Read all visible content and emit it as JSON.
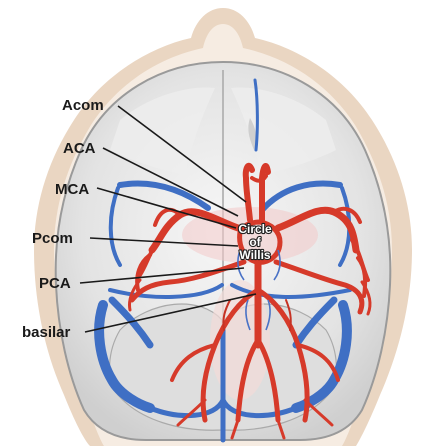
{
  "diagram": {
    "labels": [
      {
        "id": "acom",
        "text": "Acom"
      },
      {
        "id": "aca",
        "text": "ACA"
      },
      {
        "id": "mca",
        "text": "MCA"
      },
      {
        "id": "pcom",
        "text": "Pcom"
      },
      {
        "id": "pca",
        "text": "PCA"
      },
      {
        "id": "basilar",
        "text": "basilar"
      }
    ],
    "center_label": {
      "line1": "Circle",
      "line2": "of",
      "line3": "Willis"
    },
    "colors": {
      "artery": "#d63a2a",
      "artery_outline": "#8e1a12",
      "vein": "#3f6fc4",
      "skull": "#ead6c2",
      "brain": "#e6e6e6",
      "leader": "#1a1a1a"
    }
  }
}
